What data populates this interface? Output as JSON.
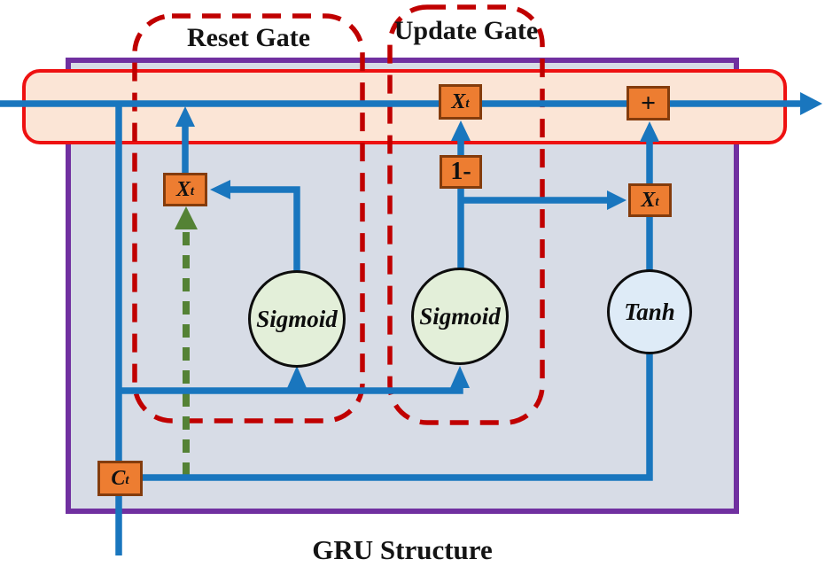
{
  "title": "GRU Structure",
  "gates": {
    "reset": "Reset Gate",
    "update": "Update Gate"
  },
  "nodes": {
    "reset_mult": {
      "main": "X",
      "sub": "t"
    },
    "update_mult": {
      "main": "X",
      "sub": "t"
    },
    "add": {
      "main": "+",
      "sub": ""
    },
    "one_minus": {
      "main": "1-",
      "sub": ""
    },
    "candidate_mult": {
      "main": "X",
      "sub": "t"
    },
    "cell_input": {
      "main": "C",
      "sub": "t"
    },
    "sigmoid_reset": "Sigmoid",
    "sigmoid_update": "Sigmoid",
    "tanh": "Tanh"
  },
  "colors": {
    "wire_blue": "#1976BE",
    "frame_purple": "#7030A0",
    "band_border_red": "#EE1111",
    "gate_dash_red": "#C00000",
    "box_orange": "#ED7D31",
    "box_border": "#843C0C",
    "body_fill": "#D7DCE6",
    "band_fill": "#FBE5D6",
    "sigmoid_fill": "#E3EFD9",
    "tanh_fill": "#DEEBF7",
    "green_dash": "#548235"
  }
}
